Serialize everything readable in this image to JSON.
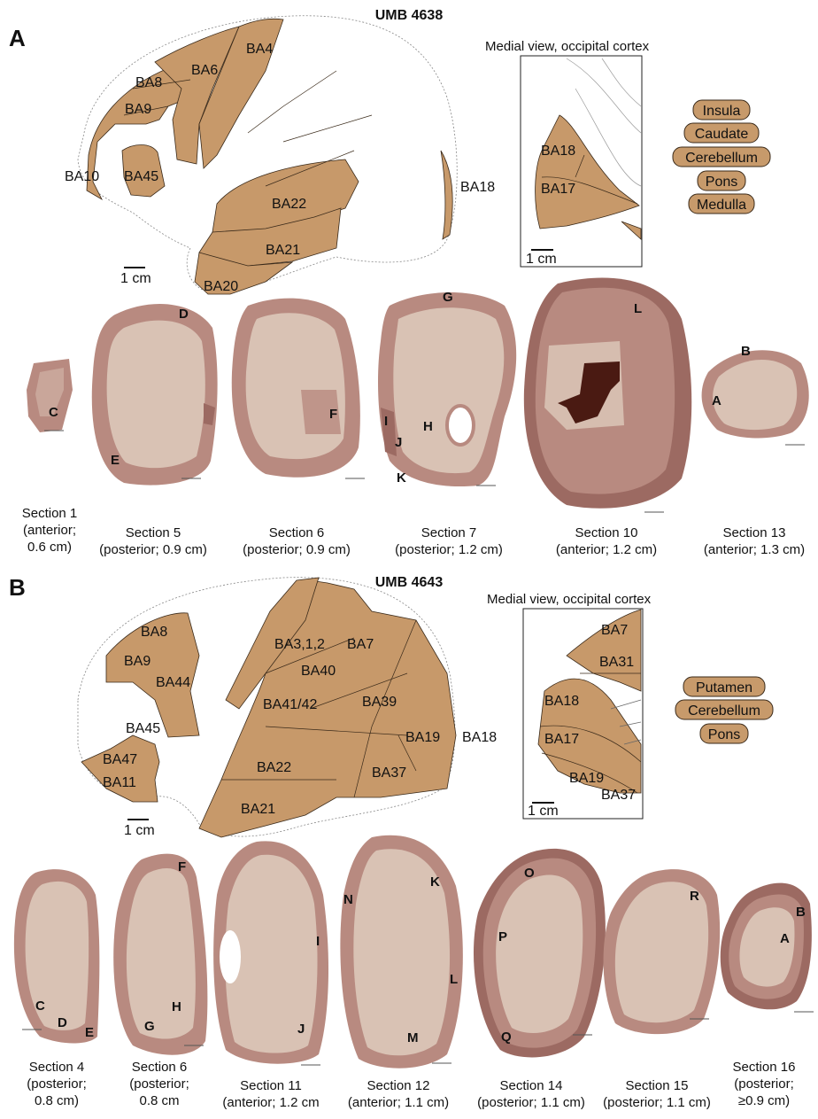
{
  "panel_a": {
    "letter": "A",
    "subject_id": "UMB 4638",
    "medial_title": "Medial view, occipital cortex",
    "lateral_labels": [
      "BA4",
      "BA6",
      "BA8",
      "BA9",
      "BA10",
      "BA45",
      "BA22",
      "BA21",
      "BA20",
      "BA18"
    ],
    "medial_labels": [
      "BA18",
      "BA17"
    ],
    "scale_label": "1 cm",
    "medial_scale_label": "1 cm",
    "regions": [
      "Insula",
      "Caudate",
      "Cerebellum",
      "Pons",
      "Medulla"
    ],
    "sections": [
      {
        "letters": [
          "C"
        ],
        "caption": [
          "Section 1",
          "(anterior;",
          "0.6 cm)"
        ]
      },
      {
        "letters": [
          "D",
          "E"
        ],
        "caption": [
          "Section 5",
          "(posterior; 0.9 cm)"
        ]
      },
      {
        "letters": [
          "F"
        ],
        "caption": [
          "Section 6",
          "(posterior; 0.9 cm)"
        ]
      },
      {
        "letters": [
          "G",
          "H",
          "I",
          "J",
          "K"
        ],
        "caption": [
          "Section 7",
          "(posterior; 1.2 cm)"
        ]
      },
      {
        "letters": [
          "L"
        ],
        "caption": [
          "Section 10",
          "(anterior; 1.2 cm)"
        ]
      },
      {
        "letters": [
          "B",
          "A"
        ],
        "caption": [
          "Section 13",
          "(anterior; 1.3 cm)"
        ]
      }
    ]
  },
  "panel_b": {
    "letter": "B",
    "subject_id": "UMB 4643",
    "medial_title": "Medial view, occipital cortex",
    "lateral_labels": [
      "BA3,1,2",
      "BA7",
      "BA8",
      "BA9",
      "BA44",
      "BA40",
      "BA41/42",
      "BA39",
      "BA45",
      "BA19",
      "BA18",
      "BA47",
      "BA22",
      "BA37",
      "BA11",
      "BA21"
    ],
    "medial_labels": [
      "BA7",
      "BA31",
      "BA18",
      "BA17",
      "BA19",
      "BA37"
    ],
    "scale_label": "1 cm",
    "medial_scale_label": "1 cm",
    "regions": [
      "Putamen",
      "Cerebellum",
      "Pons"
    ],
    "sections": [
      {
        "letters": [
          "C",
          "D",
          "E"
        ],
        "caption": [
          "Section 4",
          "(posterior;",
          "0.8 cm)"
        ]
      },
      {
        "letters": [
          "F",
          "H",
          "G"
        ],
        "caption": [
          "Section 6",
          "(posterior;",
          "0.8 cm"
        ]
      },
      {
        "letters": [
          "I",
          "J"
        ],
        "caption": [
          "Section 11",
          "(anterior; 1.2 cm"
        ]
      },
      {
        "letters": [
          "K",
          "N",
          "L",
          "M"
        ],
        "caption": [
          "Section 12",
          "(anterior; 1.1 cm)"
        ]
      },
      {
        "letters": [
          "O",
          "P",
          "Q"
        ],
        "caption": [
          "Section 14",
          "(posterior; 1.1 cm)"
        ]
      },
      {
        "letters": [
          "R"
        ],
        "caption": [
          "Section 15",
          "(posterior; 1.1 cm)"
        ]
      },
      {
        "letters": [
          "B",
          "A"
        ],
        "caption": [
          "Section 16",
          "(posterior;",
          "≥0.9 cm)"
        ]
      }
    ]
  },
  "colors": {
    "brodmann_fill": "#c7996a",
    "white_matter": "#d9c2b4",
    "gray_matter": "#b88a80",
    "dark_gray_matter": "#9c6a62",
    "ventricle": "#4a1a12"
  }
}
